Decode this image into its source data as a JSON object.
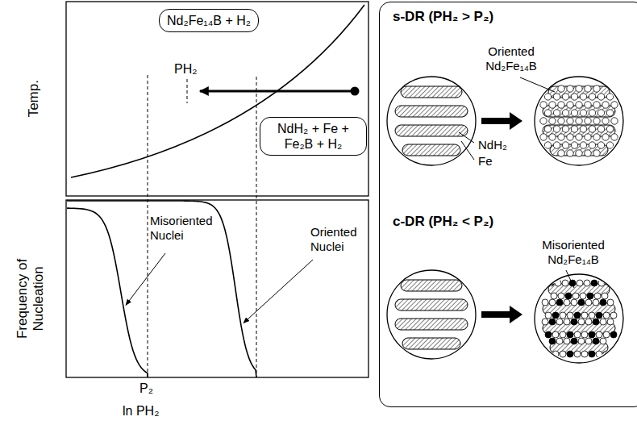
{
  "diagram": {
    "nodes": [
      {
        "text": [
          "Nd₂Fe₁₄B + H₂"
        ]
      },
      {
        "text": [
          "NdH₂ + Fe + Fe₂B + H₂"
        ]
      },
      {
        "text": [
          "s-DR (PH₂ > P₂)",
          "Oriented Nd₂Fe₁₄B",
          "NdH₂",
          "Fe",
          "c-DR (PH₂ < P₂)",
          "Misoriented Nd₂Fe₁₄B"
        ]
      }
    ],
    "labels": [
      "Temp.",
      "PH₂",
      "Frequency of Nucleation",
      "Misoriented Nuclei",
      "Oriented Nuclei",
      "P₂",
      "ln PH₂"
    ]
  }
}
